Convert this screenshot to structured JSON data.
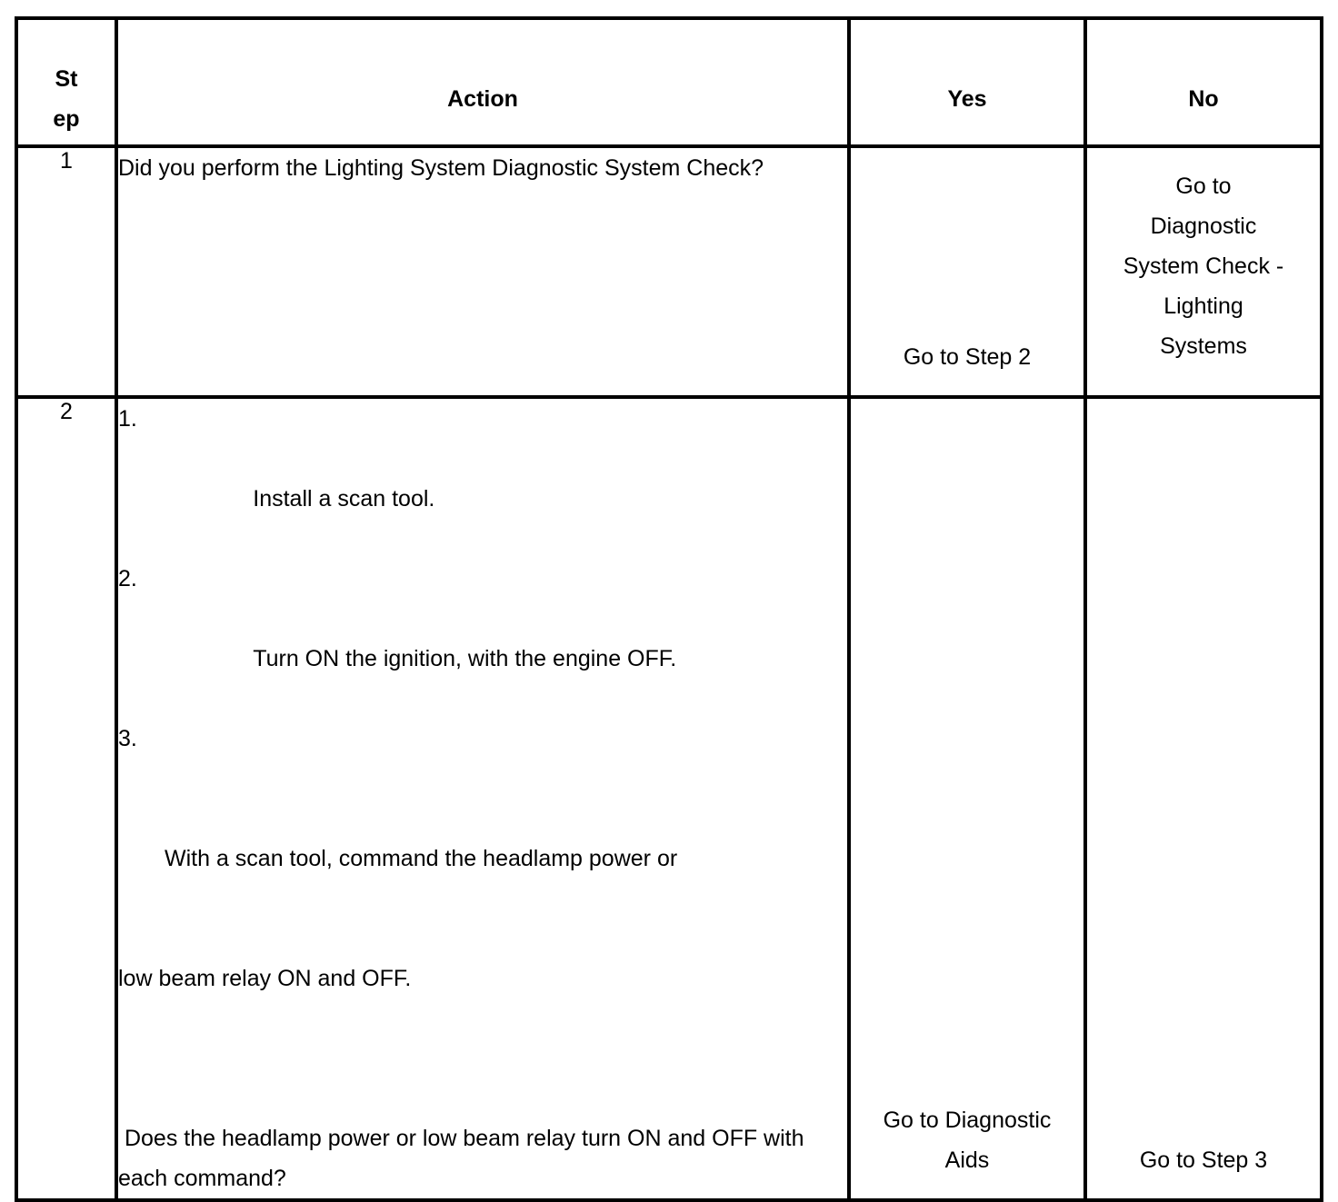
{
  "table": {
    "headers": {
      "step": "Step",
      "step_lines": [
        "St",
        "ep"
      ],
      "action": "Action",
      "yes": "Yes",
      "no": "No"
    },
    "rows": [
      {
        "step": "1",
        "action": {
          "type": "paragraph",
          "text": "Did you perform the Lighting System Diagnostic System Check?"
        },
        "yes": {
          "align": "bottom",
          "lines": [
            "Go to Step 2"
          ]
        },
        "no": {
          "align": "top",
          "lines": [
            "Go to",
            "Diagnostic",
            "System Check -",
            "Lighting",
            "Systems"
          ]
        }
      },
      {
        "step": "2",
        "action": {
          "type": "list-then-question",
          "items": [
            {
              "marker": "1.",
              "text": "Install a scan tool."
            },
            {
              "marker": "2.",
              "text": "Turn ON the ignition, with the engine OFF."
            },
            {
              "marker": "3.",
              "first": "With a scan tool, command the headlamp power or",
              "wrap": "low beam relay ON and OFF."
            }
          ],
          "question": " Does the headlamp power or low beam relay turn ON and OFF with each command?"
        },
        "yes": {
          "align": "bottom",
          "lines": [
            "Go to Diagnostic",
            "Aids"
          ]
        },
        "no": {
          "align": "bottom",
          "lines": [
            "Go to Step 3"
          ]
        }
      }
    ]
  },
  "colors": {
    "border": "#000000",
    "text": "#000000",
    "background": "#ffffff"
  }
}
